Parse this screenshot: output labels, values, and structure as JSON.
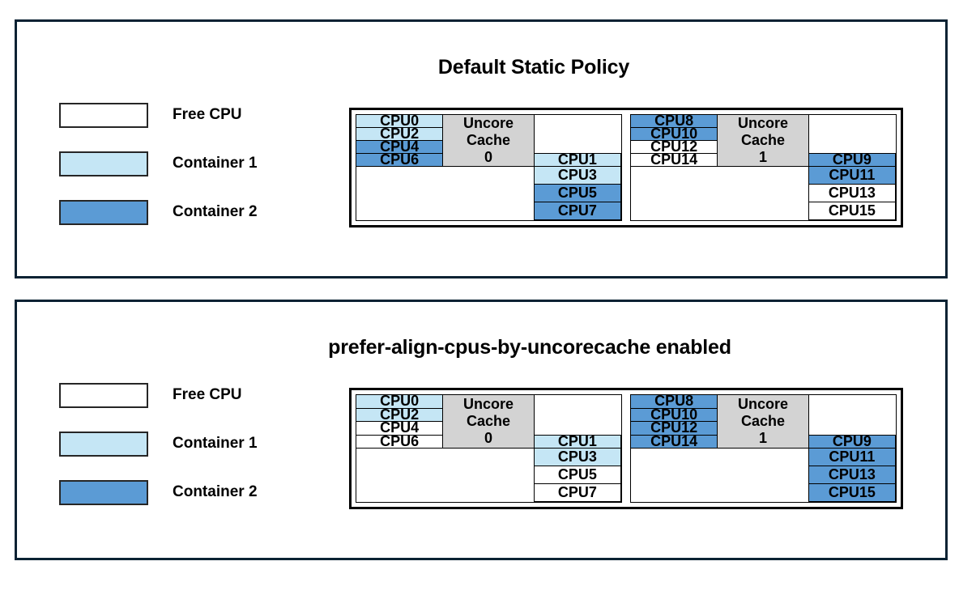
{
  "panels": [
    {
      "id": "default-static-policy",
      "title": "Default Static Policy",
      "legend": [
        {
          "label": "Free CPU",
          "fill": "free",
          "color": "#ffffff"
        },
        {
          "label": "Container 1",
          "fill": "c1",
          "color": "#c5e6f5"
        },
        {
          "label": "Container 2",
          "fill": "c2",
          "color": "#5b9bd5"
        }
      ],
      "sockets": [
        {
          "cache_label_line1": "Uncore",
          "cache_label_line2": "Cache",
          "cache_label_line3": "0",
          "left_cpus": [
            {
              "label": "CPU0",
              "fill": "c1"
            },
            {
              "label": "CPU2",
              "fill": "c1"
            },
            {
              "label": "CPU4",
              "fill": "c2"
            },
            {
              "label": "CPU6",
              "fill": "c2"
            }
          ],
          "right_cpus": [
            {
              "label": "CPU1",
              "fill": "c1"
            },
            {
              "label": "CPU3",
              "fill": "c1"
            },
            {
              "label": "CPU5",
              "fill": "c2"
            },
            {
              "label": "CPU7",
              "fill": "c2"
            }
          ]
        },
        {
          "cache_label_line1": "Uncore",
          "cache_label_line2": "Cache",
          "cache_label_line3": "1",
          "left_cpus": [
            {
              "label": "CPU8",
              "fill": "c2"
            },
            {
              "label": "CPU10",
              "fill": "c2"
            },
            {
              "label": "CPU12",
              "fill": "free"
            },
            {
              "label": "CPU14",
              "fill": "free"
            }
          ],
          "right_cpus": [
            {
              "label": "CPU9",
              "fill": "c2"
            },
            {
              "label": "CPU11",
              "fill": "c2"
            },
            {
              "label": "CPU13",
              "fill": "free"
            },
            {
              "label": "CPU15",
              "fill": "free"
            }
          ]
        }
      ]
    },
    {
      "id": "prefer-align-cpus-by-uncorecache-enabled",
      "title": "prefer-align-cpus-by-uncorecache enabled",
      "legend": [
        {
          "label": "Free CPU",
          "fill": "free",
          "color": "#ffffff"
        },
        {
          "label": "Container 1",
          "fill": "c1",
          "color": "#c5e6f5"
        },
        {
          "label": "Container 2",
          "fill": "c2",
          "color": "#5b9bd5"
        }
      ],
      "sockets": [
        {
          "cache_label_line1": "Uncore",
          "cache_label_line2": "Cache",
          "cache_label_line3": "0",
          "left_cpus": [
            {
              "label": "CPU0",
              "fill": "c1"
            },
            {
              "label": "CPU2",
              "fill": "c1"
            },
            {
              "label": "CPU4",
              "fill": "free"
            },
            {
              "label": "CPU6",
              "fill": "free"
            }
          ],
          "right_cpus": [
            {
              "label": "CPU1",
              "fill": "c1"
            },
            {
              "label": "CPU3",
              "fill": "c1"
            },
            {
              "label": "CPU5",
              "fill": "free"
            },
            {
              "label": "CPU7",
              "fill": "free"
            }
          ]
        },
        {
          "cache_label_line1": "Uncore",
          "cache_label_line2": "Cache",
          "cache_label_line3": "1",
          "left_cpus": [
            {
              "label": "CPU8",
              "fill": "c2"
            },
            {
              "label": "CPU10",
              "fill": "c2"
            },
            {
              "label": "CPU12",
              "fill": "c2"
            },
            {
              "label": "CPU14",
              "fill": "c2"
            }
          ],
          "right_cpus": [
            {
              "label": "CPU9",
              "fill": "c2"
            },
            {
              "label": "CPU11",
              "fill": "c2"
            },
            {
              "label": "CPU13",
              "fill": "c2"
            },
            {
              "label": "CPU15",
              "fill": "c2"
            }
          ]
        }
      ]
    }
  ],
  "colors": {
    "frame": "#0b2233",
    "free_cpu": "#ffffff",
    "container_1": "#c5e6f5",
    "container_2": "#5b9bd5",
    "uncore_cache": "#d3d3d3",
    "cell_border": "#000000"
  }
}
